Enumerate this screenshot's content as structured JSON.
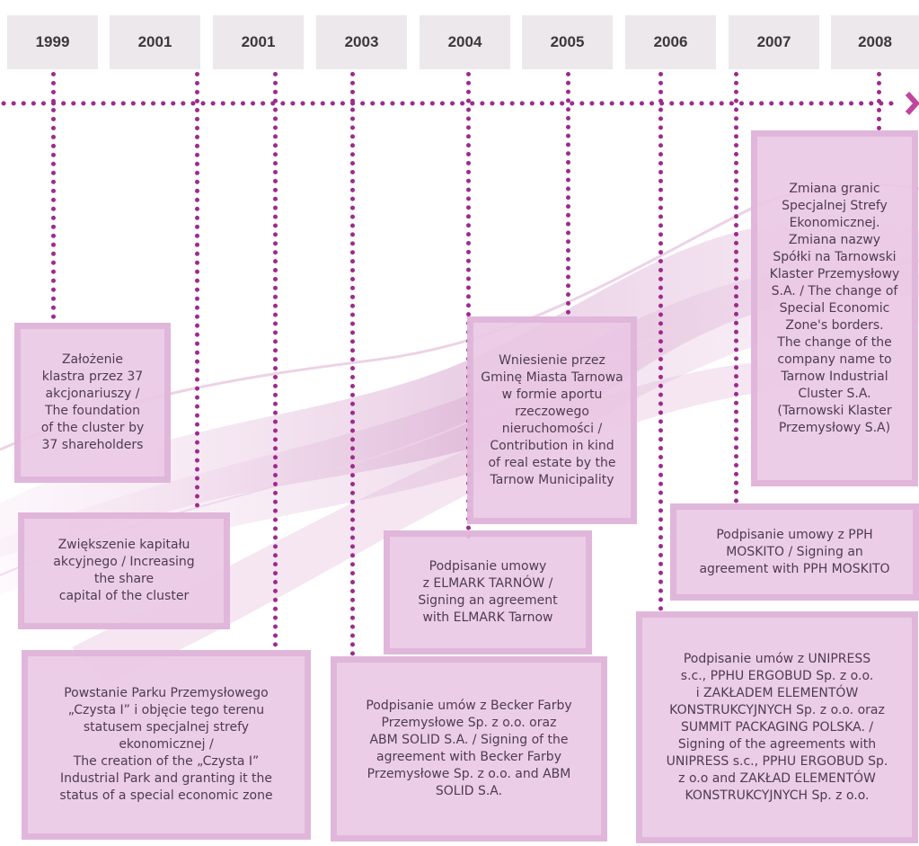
{
  "years": [
    "1999",
    "2001",
    "2001",
    "2003",
    "2004",
    "2005",
    "2006",
    "2007",
    "2008"
  ],
  "events": [
    {
      "text": "Założenie\nklastra przez 37\nakcjonariuszy /\nThe foundation\nof the cluster by\n37 shareholders"
    },
    {
      "text": "Zwiększenie kapitału\nakcyjnego /  Increasing\nthe share\ncapital of the cluster"
    },
    {
      "text": "Powstanie Parku Przemysłowego\n„Czysta I” i objęcie tego terenu\nstatusem specjalnej strefy\nekonomicznej /\nThe creation of the „Czysta I”\nIndustrial Park and granting it the\nstatus of a special economic zone"
    },
    {
      "text": "Podpisanie umów z Becker Farby\nPrzemysłowe Sp. z o.o. oraz\nABM SOLID S.A. / Signing of the\nagreement with Becker Farby\nPrzemysłowe Sp. z o.o. and ABM\nSOLID S.A."
    },
    {
      "text": "Podpisanie umowy\nz ELMARK TARNÓW /\nSigning an agreement\nwith ELMARK Tarnow"
    },
    {
      "text": "Wniesienie przez\nGminę Miasta Tarnowa\nw formie aportu\nrzeczowego\nnieruchomości /\nContribution in kind\nof real estate by the\nTarnow Municipality"
    },
    {
      "text": "Podpisanie umów z UNIPRESS\ns.c., PPHU ERGOBUD Sp. z o.o.\ni ZAKŁADEM ELEMENTÓW\nKONSTRUKCYJNYCH Sp. z o.o. oraz\nSUMMIT PACKAGING POLSKA. /\nSigning of the agreements with\nUNIPRESS s.c., PPHU ERGOBUD Sp.\nz o.o and ZAKŁAD ELEMENTÓW\nKONSTRUKCYJNYCH Sp. z o.o."
    },
    {
      "text": "Podpisanie umowy  z PPH\nMOSKITO / Signing an\nagreement with PPH MOSKITO"
    },
    {
      "text": "Zmiana granic\nSpecjalnej Strefy\nEkonomicznej.\nZmiana nazwy\nSpółki na Tarnowski\nKlaster Przemysłowy\nS.A. / The change of\nSpecial Economic\nZone's borders.\nThe change of the\ncompany name to\nTarnow Industrial\nCluster S.A.\n(Tarnowski Klaster\nPrzemysłowy S.A)"
    }
  ],
  "colors": {
    "timeline_dots": "#9e2b8e",
    "year_band": "#ece8ec",
    "event_box": "#eac8e4",
    "arrow": "#c0459e"
  },
  "icons": {
    "axis_end": "chevron-right-icon"
  }
}
